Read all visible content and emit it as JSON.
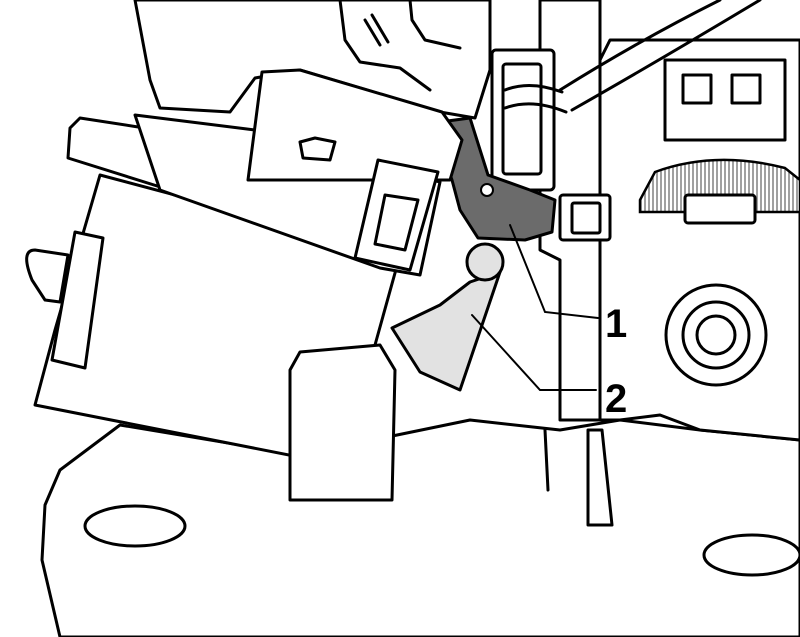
{
  "figure": {
    "callouts": [
      {
        "id": "1",
        "label": "1"
      },
      {
        "id": "2",
        "label": "2"
      }
    ],
    "colors": {
      "line": "#000000",
      "background": "#ffffff",
      "part1_fill": "#6b6b6b",
      "part2_fill": "#e2e2e2",
      "hatch": "#888888"
    }
  }
}
